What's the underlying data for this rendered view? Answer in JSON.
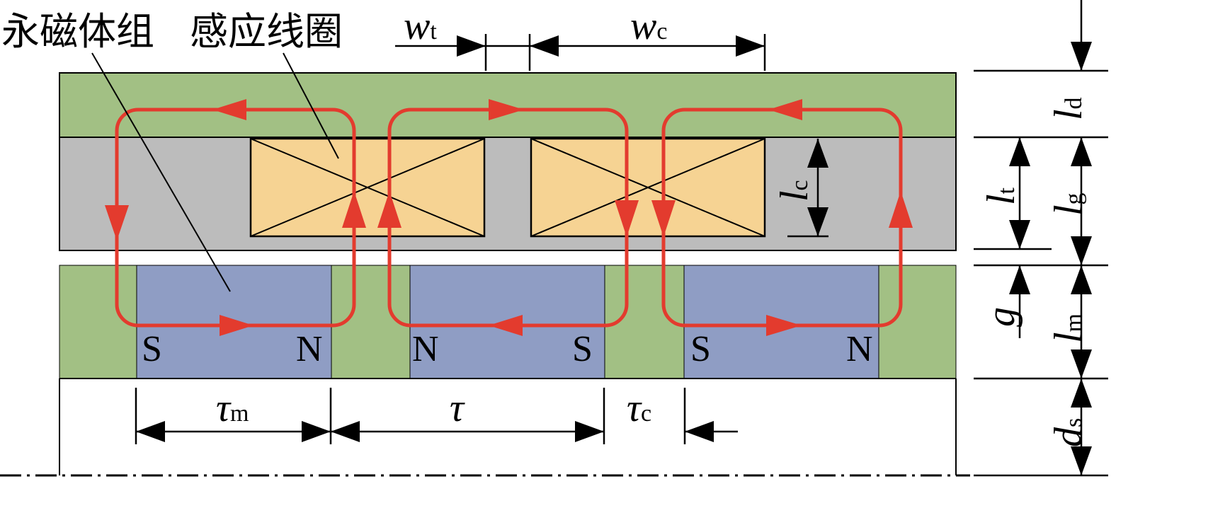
{
  "labels": {
    "magnet_group": "永磁体组",
    "coil": "感应线圈"
  },
  "dimensions": {
    "w_t": {
      "main": "w",
      "sub": "t"
    },
    "w_c": {
      "main": "w",
      "sub": "c"
    },
    "l_c": {
      "main": "l",
      "sub": "c"
    },
    "l_d": {
      "main": "l",
      "sub": "d"
    },
    "l_t": {
      "main": "l",
      "sub": "t"
    },
    "l_g": {
      "main": "l",
      "sub": "g"
    },
    "g": {
      "main": "g",
      "sub": ""
    },
    "l_m": {
      "main": "l",
      "sub": "m"
    },
    "d_s": {
      "main": "d",
      "sub": "s"
    },
    "tau_m": {
      "main": "τ",
      "sub": "m"
    },
    "tau": {
      "main": "τ",
      "sub": ""
    },
    "tau_c": {
      "main": "τ",
      "sub": "c"
    }
  },
  "magnets": [
    {
      "left": "S",
      "right": "N"
    },
    {
      "left": "N",
      "right": "S"
    },
    {
      "left": "S",
      "right": "N"
    }
  ],
  "colors": {
    "yoke_green": "#a2c084",
    "stator_gray": "#bcbcbc",
    "coil_orange": "#f6d393",
    "magnet_blue": "#8f9dc4",
    "flux_red": "#e33b2e"
  }
}
